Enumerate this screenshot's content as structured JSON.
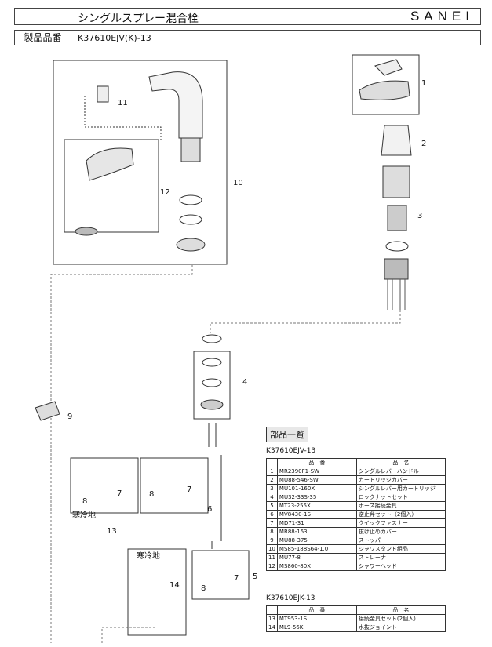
{
  "header": {
    "title": "シングルスプレー混合栓",
    "brand": "SANEI",
    "product_label": "製品品番",
    "product_code": "K37610EJV(K)-13"
  },
  "callouts": {
    "c1": "1",
    "c2": "2",
    "c3": "3",
    "c4": "4",
    "c5": "5",
    "c6": "6",
    "c7a": "7",
    "c7b": "7",
    "c7c": "7",
    "c8a": "8",
    "c8b": "8",
    "c8c": "8",
    "c9": "9",
    "c10": "10",
    "c11": "11",
    "c12": "12",
    "c13": "13",
    "c14": "14",
    "kanrei_a": "寒冷地",
    "kanrei_b": "寒冷地"
  },
  "parts_list": {
    "title": "部品一覧",
    "set_a_code": "K37610EJV-13",
    "col_code": "品　番",
    "col_name": "品　名",
    "rows_a": [
      {
        "no": "1",
        "code": "MR2390F1-SW",
        "name": "シングルレバーハンドル"
      },
      {
        "no": "2",
        "code": "MU88-546-SW",
        "name": "カートリッジカバー"
      },
      {
        "no": "3",
        "code": "MU101-160X",
        "name": "シングルレバー用カートリッジ"
      },
      {
        "no": "4",
        "code": "MU32-33S-35",
        "name": "ロックナットセット"
      },
      {
        "no": "5",
        "code": "MT23-255X",
        "name": "ホース接続金具"
      },
      {
        "no": "6",
        "code": "MV8430-1S",
        "name": "逆止弁セット（2個入）"
      },
      {
        "no": "7",
        "code": "MD71-31",
        "name": "クイックファスナー"
      },
      {
        "no": "8",
        "code": "MR88-153",
        "name": "抜け止めカバー"
      },
      {
        "no": "9",
        "code": "MU88-375",
        "name": "ストッパー"
      },
      {
        "no": "10",
        "code": "MS85-188S64-1.0",
        "name": "シャワスタンド組品"
      },
      {
        "no": "11",
        "code": "MU77-8",
        "name": "ストレーナ"
      },
      {
        "no": "12",
        "code": "MS860-80X",
        "name": "シャワーヘッド"
      }
    ],
    "set_b_code": "K37610EJK-13",
    "rows_b": [
      {
        "no": "13",
        "code": "MT953-1S",
        "name": "接続金具セット(2個入)"
      },
      {
        "no": "14",
        "code": "ML9-56K",
        "name": "水抜ジョイント"
      }
    ]
  }
}
